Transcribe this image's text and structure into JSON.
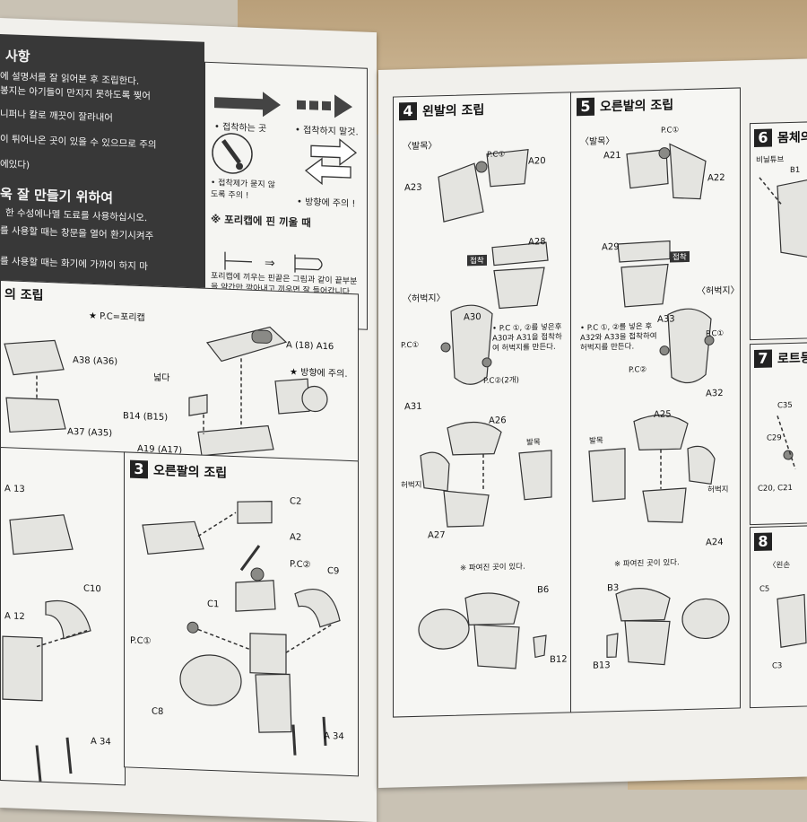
{
  "left_page": {
    "caution_title": "사항",
    "caution_lines": [
      "에 설명서를 잘 읽어본 후 조립한다.",
      "봉지는 아기들이 만지지 못하도록 찢어",
      "니퍼나 칼로 깨끗이 잘라내어",
      "이 튀어나온 곳이 있을 수 있으므로 주의",
      "에있다)"
    ],
    "tips_title": "욱 잘 만들기 위하여",
    "tips_lines": [
      "한 수성에나멜 도료를 사용하십시오.",
      "를 사용할 때는 창문을 열어 환기시켜주",
      "를 사용할 때는 화기에 가까이 하지 마"
    ],
    "legend": {
      "glue_here": "• 접착하는 곳",
      "no_glue": "• 접착하지 말것.",
      "glue_caution": "• 접착제가 묻지 않도록 주의 !",
      "direction": "• 방향에 주의 !",
      "polycap_title": "※ 포리캡에 핀 끼울 때",
      "polycap_text": "포리캡에 끼우는 핀끝은 그림과 같이 끝부분을 약간만 깍아내고 끼우면 잘 들어갑니다."
    },
    "step2": {
      "title": "의 조립",
      "note": "★ P.C=포리캡",
      "labels": [
        "A38 (A36)",
        "A37 (A35)",
        "A (18) A16",
        "넓다",
        "★ 방향에 주의.",
        "B14 (B15)",
        "A19 (A17)"
      ]
    },
    "step3": {
      "number": "3",
      "title": "오른팔의 조립",
      "labels": [
        "C2",
        "A2",
        "P.C②",
        "C9",
        "C1",
        "P.C①",
        "C8",
        "A 34"
      ]
    },
    "step_left_bottom": {
      "labels": [
        "A 13",
        "C10",
        "A 12",
        "A 34"
      ]
    }
  },
  "right_page": {
    "step4": {
      "number": "4",
      "title": "왼발의 조립",
      "sub_foot": "〈발목〉",
      "sub_thigh": "〈허벅지〉",
      "labels": [
        "P.C①",
        "A20",
        "A23",
        "A28",
        "접착",
        "A30",
        "P.C①",
        "A31",
        "P.C②(2개)",
        "A26",
        "발목",
        "허벅지",
        "A27",
        "※ 파여진 곳이 있다.",
        "B6",
        "B12"
      ],
      "note": "• P.C ①, ②를 넣은후 A30과 A31을 접착하여 허벅지를 만든다."
    },
    "step5": {
      "number": "5",
      "title": "오른발의 조립",
      "sub_foot": "〈발목〉",
      "sub_thigh": "〈허벅지〉",
      "labels": [
        "P.C①",
        "A21",
        "A22",
        "A29",
        "접착",
        "A33",
        "P.C①",
        "P.C②",
        "A32",
        "A25",
        "발목",
        "허벅지",
        "A24",
        "※ 파여진 곳이 있다.",
        "B3",
        "B13"
      ],
      "note": "• P.C ①, ②를 넣은 후 A32와 A33을 접착하여 허벅지를 만든다."
    },
    "step6": {
      "number": "6",
      "title": "몸체의",
      "labels": [
        "비닐튜브",
        "B1"
      ]
    },
    "step7": {
      "number": "7",
      "title": "로트등",
      "labels": [
        "C35",
        "C29",
        "C20, C21"
      ]
    },
    "step8": {
      "number": "8",
      "labels": [
        "〈왼손",
        "C5",
        "C3"
      ]
    }
  }
}
